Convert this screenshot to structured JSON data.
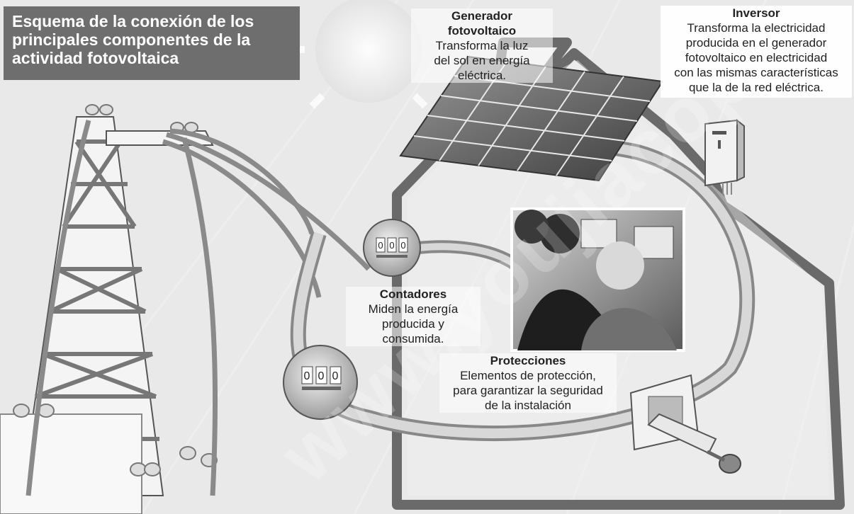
{
  "title": "Esquema de la conexión de los\nprincipales componentes de la\nactividad fotovoltaica",
  "components": {
    "generador": {
      "heading": "Generador\nfotovoltaico",
      "text": "Transforma la luz\ndel sol en energía\neléctrica."
    },
    "inversor": {
      "heading": "Inversor",
      "text": "Transforma la electricidad\nproducida en el generador\nfotovoltaico en electricidad\ncon las mismas características\nque la de la red eléctrica."
    },
    "contadores": {
      "heading": "Contadores",
      "text": "Miden la energía\nproducida y\nconsumida."
    },
    "protecciones": {
      "heading": "Protecciones",
      "text": "Elementos de protección,\npara garantizar la seguridad\nde la instalación"
    }
  },
  "meters": {
    "upper_digits": [
      "0",
      "0",
      "0"
    ],
    "lower_digits": [
      "0",
      "0",
      "0"
    ]
  },
  "watermark": "www.youjiacopi",
  "colors": {
    "title_bg": "#6e6e6e",
    "background": "#e9e9e9",
    "house_outline": "#6a6a6a",
    "cable": "#b5b5b5"
  }
}
